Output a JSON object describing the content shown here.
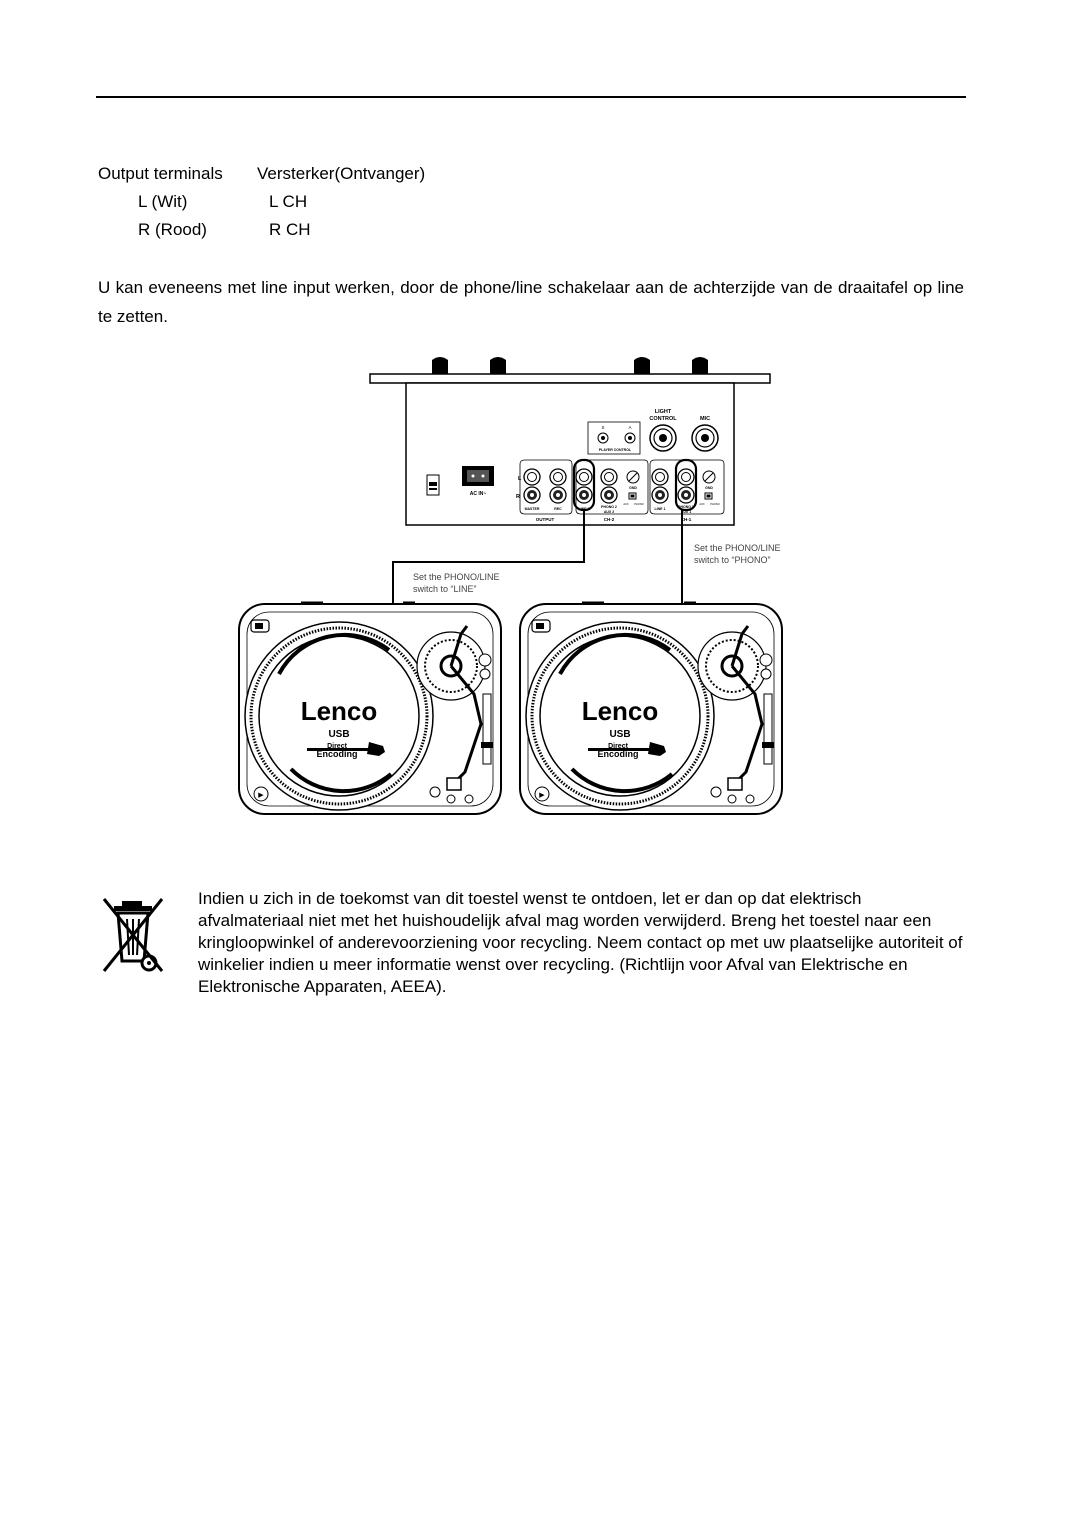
{
  "connections": {
    "header_left": "Output terminals",
    "header_right": "Versterker(Ontvanger)",
    "rows": [
      {
        "terminal": "L (Wit)",
        "channel": "L CH"
      },
      {
        "terminal": "R (Rood)",
        "channel": "R CH"
      }
    ]
  },
  "line_input_paragraph": "U kan eveneens met line input werken, door de phone/line schakelaar aan de achterzijde van de draaitafel op line te zetten.",
  "diagram": {
    "mixer_labels": {
      "light_control_1": "LIGHT",
      "light_control_2": "CONTROL",
      "mic": "MIC",
      "s": "S",
      "a": "A",
      "player_control": "PLAYER CONTROL",
      "l": "L",
      "r": "R",
      "gnd_1": "GND",
      "gnd_2": "GND",
      "ac_in": "AC IN~",
      "master": "MASTER",
      "rec": "REC",
      "output": "OUTPUT",
      "line_2": "LINE 2",
      "phono_2": "PHONO 2",
      "aux_2": "AUX 2",
      "aux_small_1": "AUX",
      "phono_small_1": "PHONO",
      "ch_2": "CH-2",
      "line_1": "LINE 1",
      "phono_1": "PHONO 1",
      "aux_1": "AUX 1",
      "aux_small_2": "AUX",
      "phono_small_2": "PHONO",
      "ch_1": "CH-1"
    },
    "note_line_1": "Set the PHONO/LINE",
    "note_line_2": "switch to “LINE”",
    "note_phono_1": "Set the PHONO/LINE",
    "note_phono_2": "switch to “PHONO”",
    "brand": "Lenco",
    "usb": "USB",
    "direct": "Direct",
    "encoding": "Encoding"
  },
  "weee_text": "Indien u zich in de toekomst van dit toestel wenst te ontdoen, let er dan op dat elektrisch afvalmateriaal niet met het huishoudelijk afval mag worden verwijderd. Breng het toestel naar een kringloopwinkel of anderevoorziening voor recycling. Neem contact op met uw plaatselijke autoriteit of winkelier indien u meer informatie wenst over recycling. (Richtlijn voor Afval van Elektrische en Elektronische Apparaten, AEEA)."
}
